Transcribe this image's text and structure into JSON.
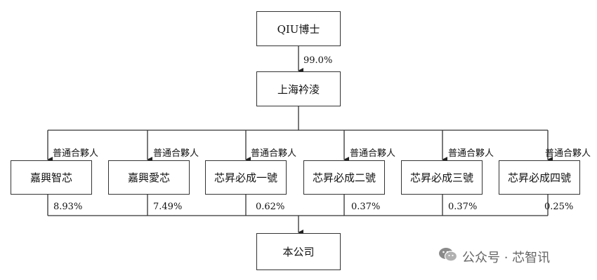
{
  "top": {
    "name": "QIU博士"
  },
  "mid": {
    "name": "上海衿淩",
    "pct": "99.0%"
  },
  "gp_label": "普通合夥人",
  "partners": [
    {
      "name": "嘉興智芯",
      "pct": "8.93%"
    },
    {
      "name": "嘉興愛芯",
      "pct": "7.49%"
    },
    {
      "name": "芯昇必成一號",
      "pct": "0.62%"
    },
    {
      "name": "芯昇必成二號",
      "pct": "0.37%"
    },
    {
      "name": "芯昇必成三號",
      "pct": "0.37%"
    },
    {
      "name": "芯昇必成四號",
      "pct": "0.25%"
    }
  ],
  "bottom": {
    "name": "本公司"
  },
  "watermark": {
    "text": "公众号 · 芯智讯",
    "icon": "wechat-icon"
  }
}
